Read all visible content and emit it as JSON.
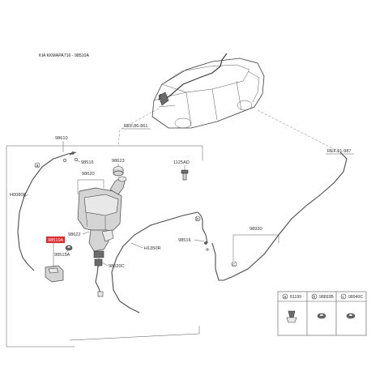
{
  "header": {
    "title": "KIA KKMAPA716 - 98510A"
  },
  "labels": {
    "ref_86": "REF.86-861",
    "ref_91": "REF.91-987",
    "p98610": "98610",
    "p98516a": "98516",
    "p98516b": "98516",
    "p98620": "98620",
    "p98623": "98623",
    "p1125ad": "1125AD",
    "h0080r": "H0080R",
    "p98510a": "98510A",
    "p98622": "98622",
    "p98515a": "98515A",
    "p98520c": "98520C",
    "h1350r": "H1350R",
    "p98930": "98930"
  },
  "callouts": {
    "a": "a",
    "b": "b",
    "c": "c"
  },
  "legend": {
    "items": [
      {
        "letter": "a",
        "code": "81199"
      },
      {
        "letter": "b",
        "code": "98893B"
      },
      {
        "letter": "c",
        "code": "98940C"
      }
    ]
  },
  "colors": {
    "highlight": "#e8262c",
    "line": "#3a3a3a"
  }
}
